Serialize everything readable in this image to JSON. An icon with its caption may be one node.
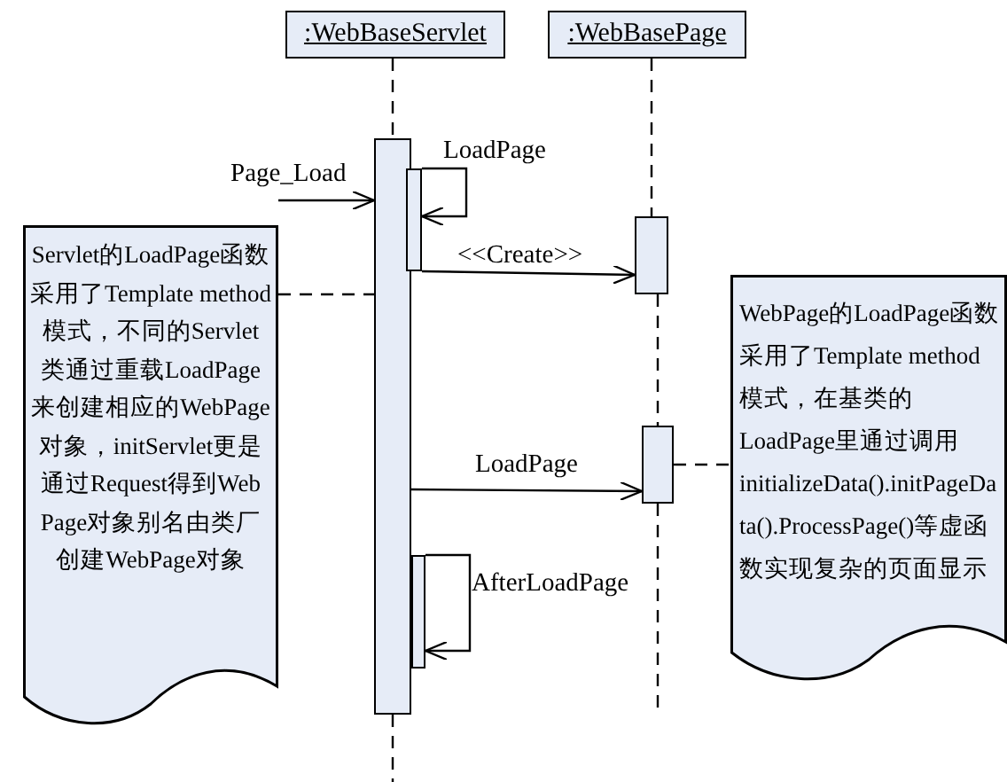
{
  "diagram": {
    "nodes": [
      {
        "text": [
          ":WebBaseServlet"
        ]
      },
      {
        "text": [
          ":WebBasePage"
        ]
      },
      {
        "text": [],
        "shape": "bar"
      },
      {
        "text": [],
        "shape": "bar"
      },
      {
        "text": [],
        "shape": "bar"
      },
      {
        "text": [
          "Servlet的LoadPage函数采用了Template method模式，不同的Servlet类通过重载LoadPage来创建相应的WebPage对象，initServlet更是通过Request得到Web Page对象别名由类厂创建WebPage对象"
        ]
      },
      {
        "text": [
          "WebPage的LoadPage函数采用了Template method模式，在基类的LoadPage里通过调用initializeData().initPageData().ProcessPage()等虚函数实现复杂的页面显示"
        ]
      },
      {
        "text": [],
        "shape": "bar"
      },
      {
        "text": [],
        "shape": "bar"
      }
    ],
    "edges": [
      {
        "from": 0,
        "to": 2,
        "arrow": "none",
        "style": "dashed"
      },
      {
        "from": 1,
        "to": 4,
        "arrow": "none",
        "style": "dashed"
      },
      {
        "from": null,
        "to": 2,
        "arrow": "to",
        "label": "Page_Load"
      },
      {
        "from": 3,
        "to": 3,
        "arrow": "to",
        "label": "LoadPage"
      },
      {
        "from": 3,
        "to": 4,
        "arrow": "to",
        "label": "<<Create>>"
      },
      {
        "from": 5,
        "to": 2,
        "arrow": "none",
        "style": "dashed"
      },
      {
        "from": 4,
        "to": 7,
        "arrow": "none",
        "style": "dashed"
      },
      {
        "from": 2,
        "to": 7,
        "arrow": "to",
        "label": "LoadPage"
      },
      {
        "from": 7,
        "to": 6,
        "arrow": "none",
        "style": "dashed"
      },
      {
        "from": 8,
        "to": 8,
        "arrow": "to",
        "label": "AfterLoadPage"
      },
      {
        "from": 2,
        "to": null,
        "arrow": "none",
        "style": "dashed"
      },
      {
        "from": 7,
        "to": null,
        "arrow": "none",
        "style": "dashed"
      }
    ]
  }
}
